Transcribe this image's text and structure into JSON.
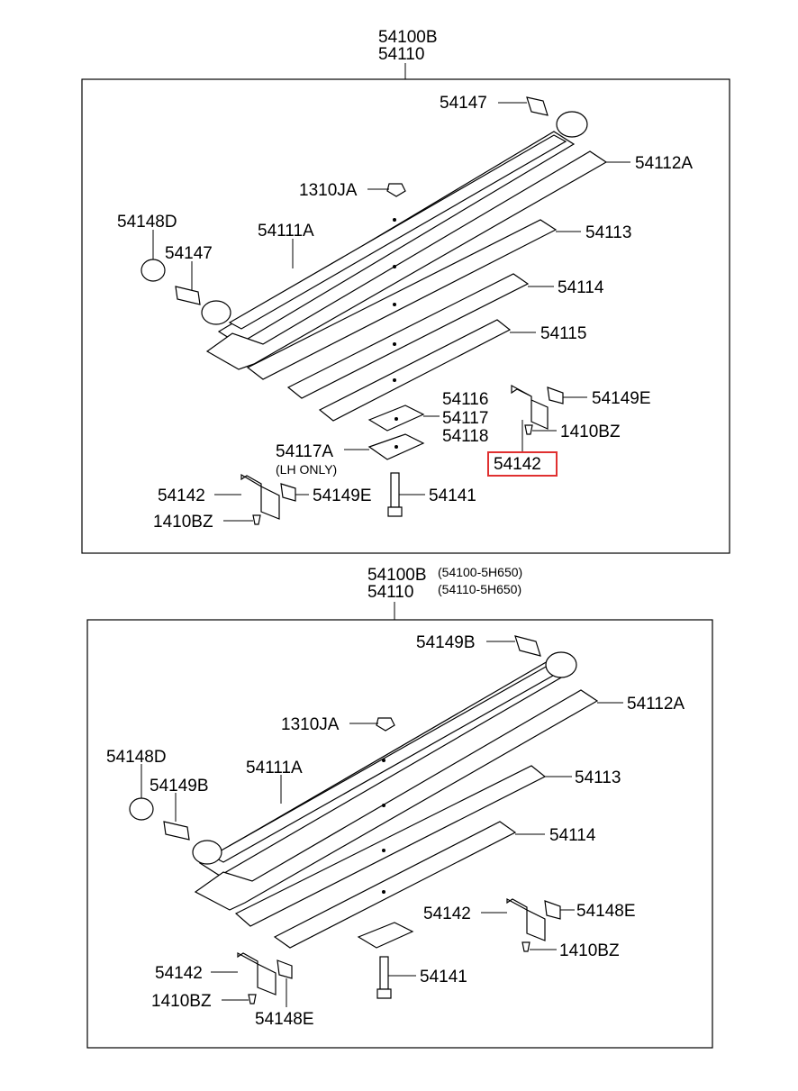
{
  "upper": {
    "header_line1": "54100B",
    "header_line2": "54110",
    "labels": {
      "54147_top": "54147",
      "54112A": "54112A",
      "1310JA": "1310JA",
      "54148D": "54148D",
      "54111A": "54111A",
      "54113": "54113",
      "54147_left": "54147",
      "54114": "54114",
      "54115": "54115",
      "54116": "54116",
      "54117": "54117",
      "54118": "54118",
      "54149E_right": "54149E",
      "1410BZ_right": "1410BZ",
      "54117A": "54117A",
      "54117A_note": "(LH ONLY)",
      "54142_highlighted": "54142",
      "54142_left": "54142",
      "54149E_left": "54149E",
      "54141": "54141",
      "1410BZ_left": "1410BZ"
    }
  },
  "lower": {
    "header_line1": "54100B",
    "header_line2": "54110",
    "header_note1": "(54100-5H650)",
    "header_note2": "(54110-5H650)",
    "labels": {
      "54149B_top": "54149B",
      "54112A": "54112A",
      "1310JA": "1310JA",
      "54148D": "54148D",
      "54111A": "54111A",
      "54113": "54113",
      "54149B_left": "54149B",
      "54114": "54114",
      "54142_right": "54142",
      "54148E_right": "54148E",
      "1410BZ_right": "1410BZ",
      "54142_left": "54142",
      "54141": "54141",
      "1410BZ_left": "1410BZ",
      "54148E_left": "54148E"
    }
  },
  "highlight_color": "#e03030"
}
